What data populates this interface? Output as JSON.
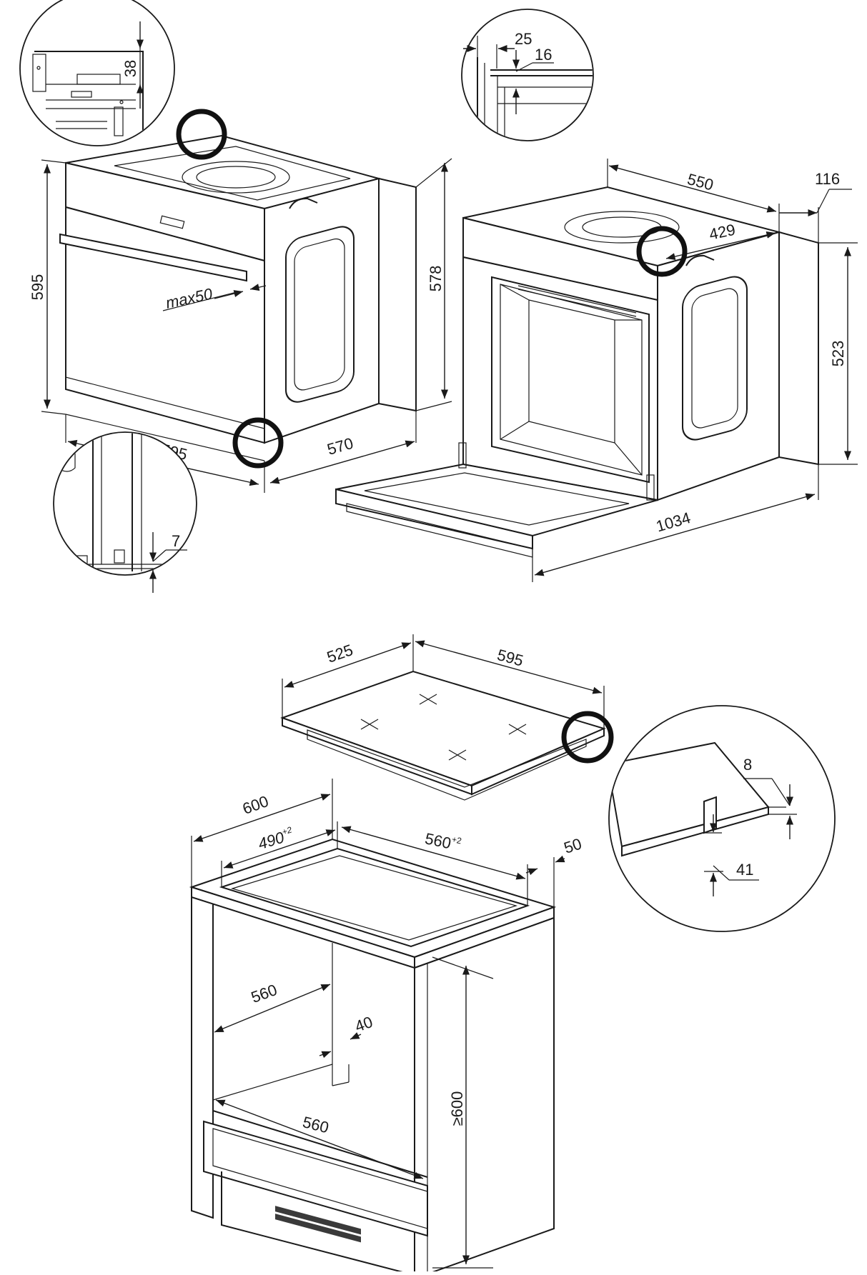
{
  "oven_closed": {
    "height": "595",
    "width": "595",
    "depth": "570",
    "side_height": "578",
    "door_gap": "max50"
  },
  "detail_top_left": {
    "value": "38"
  },
  "detail_bottom_left": {
    "value": "7"
  },
  "detail_top_right": {
    "value_a": "25",
    "value_b": "16"
  },
  "oven_open": {
    "width": "550",
    "rear_depth": "116",
    "inner_depth": "429",
    "height": "523",
    "open_depth": "1034"
  },
  "hob": {
    "depth": "525",
    "width": "595"
  },
  "hob_detail": {
    "thickness": "8",
    "depth": "41"
  },
  "cabinet": {
    "width": "600",
    "cutout_depth": "490",
    "cutout_depth_tol": "+2",
    "cutout_width": "560",
    "cutout_width_tol": "+2",
    "rear_clearance": "50",
    "inner_depth": "560",
    "rear_gap": "40",
    "inner_width": "560",
    "min_height": "≥600"
  }
}
